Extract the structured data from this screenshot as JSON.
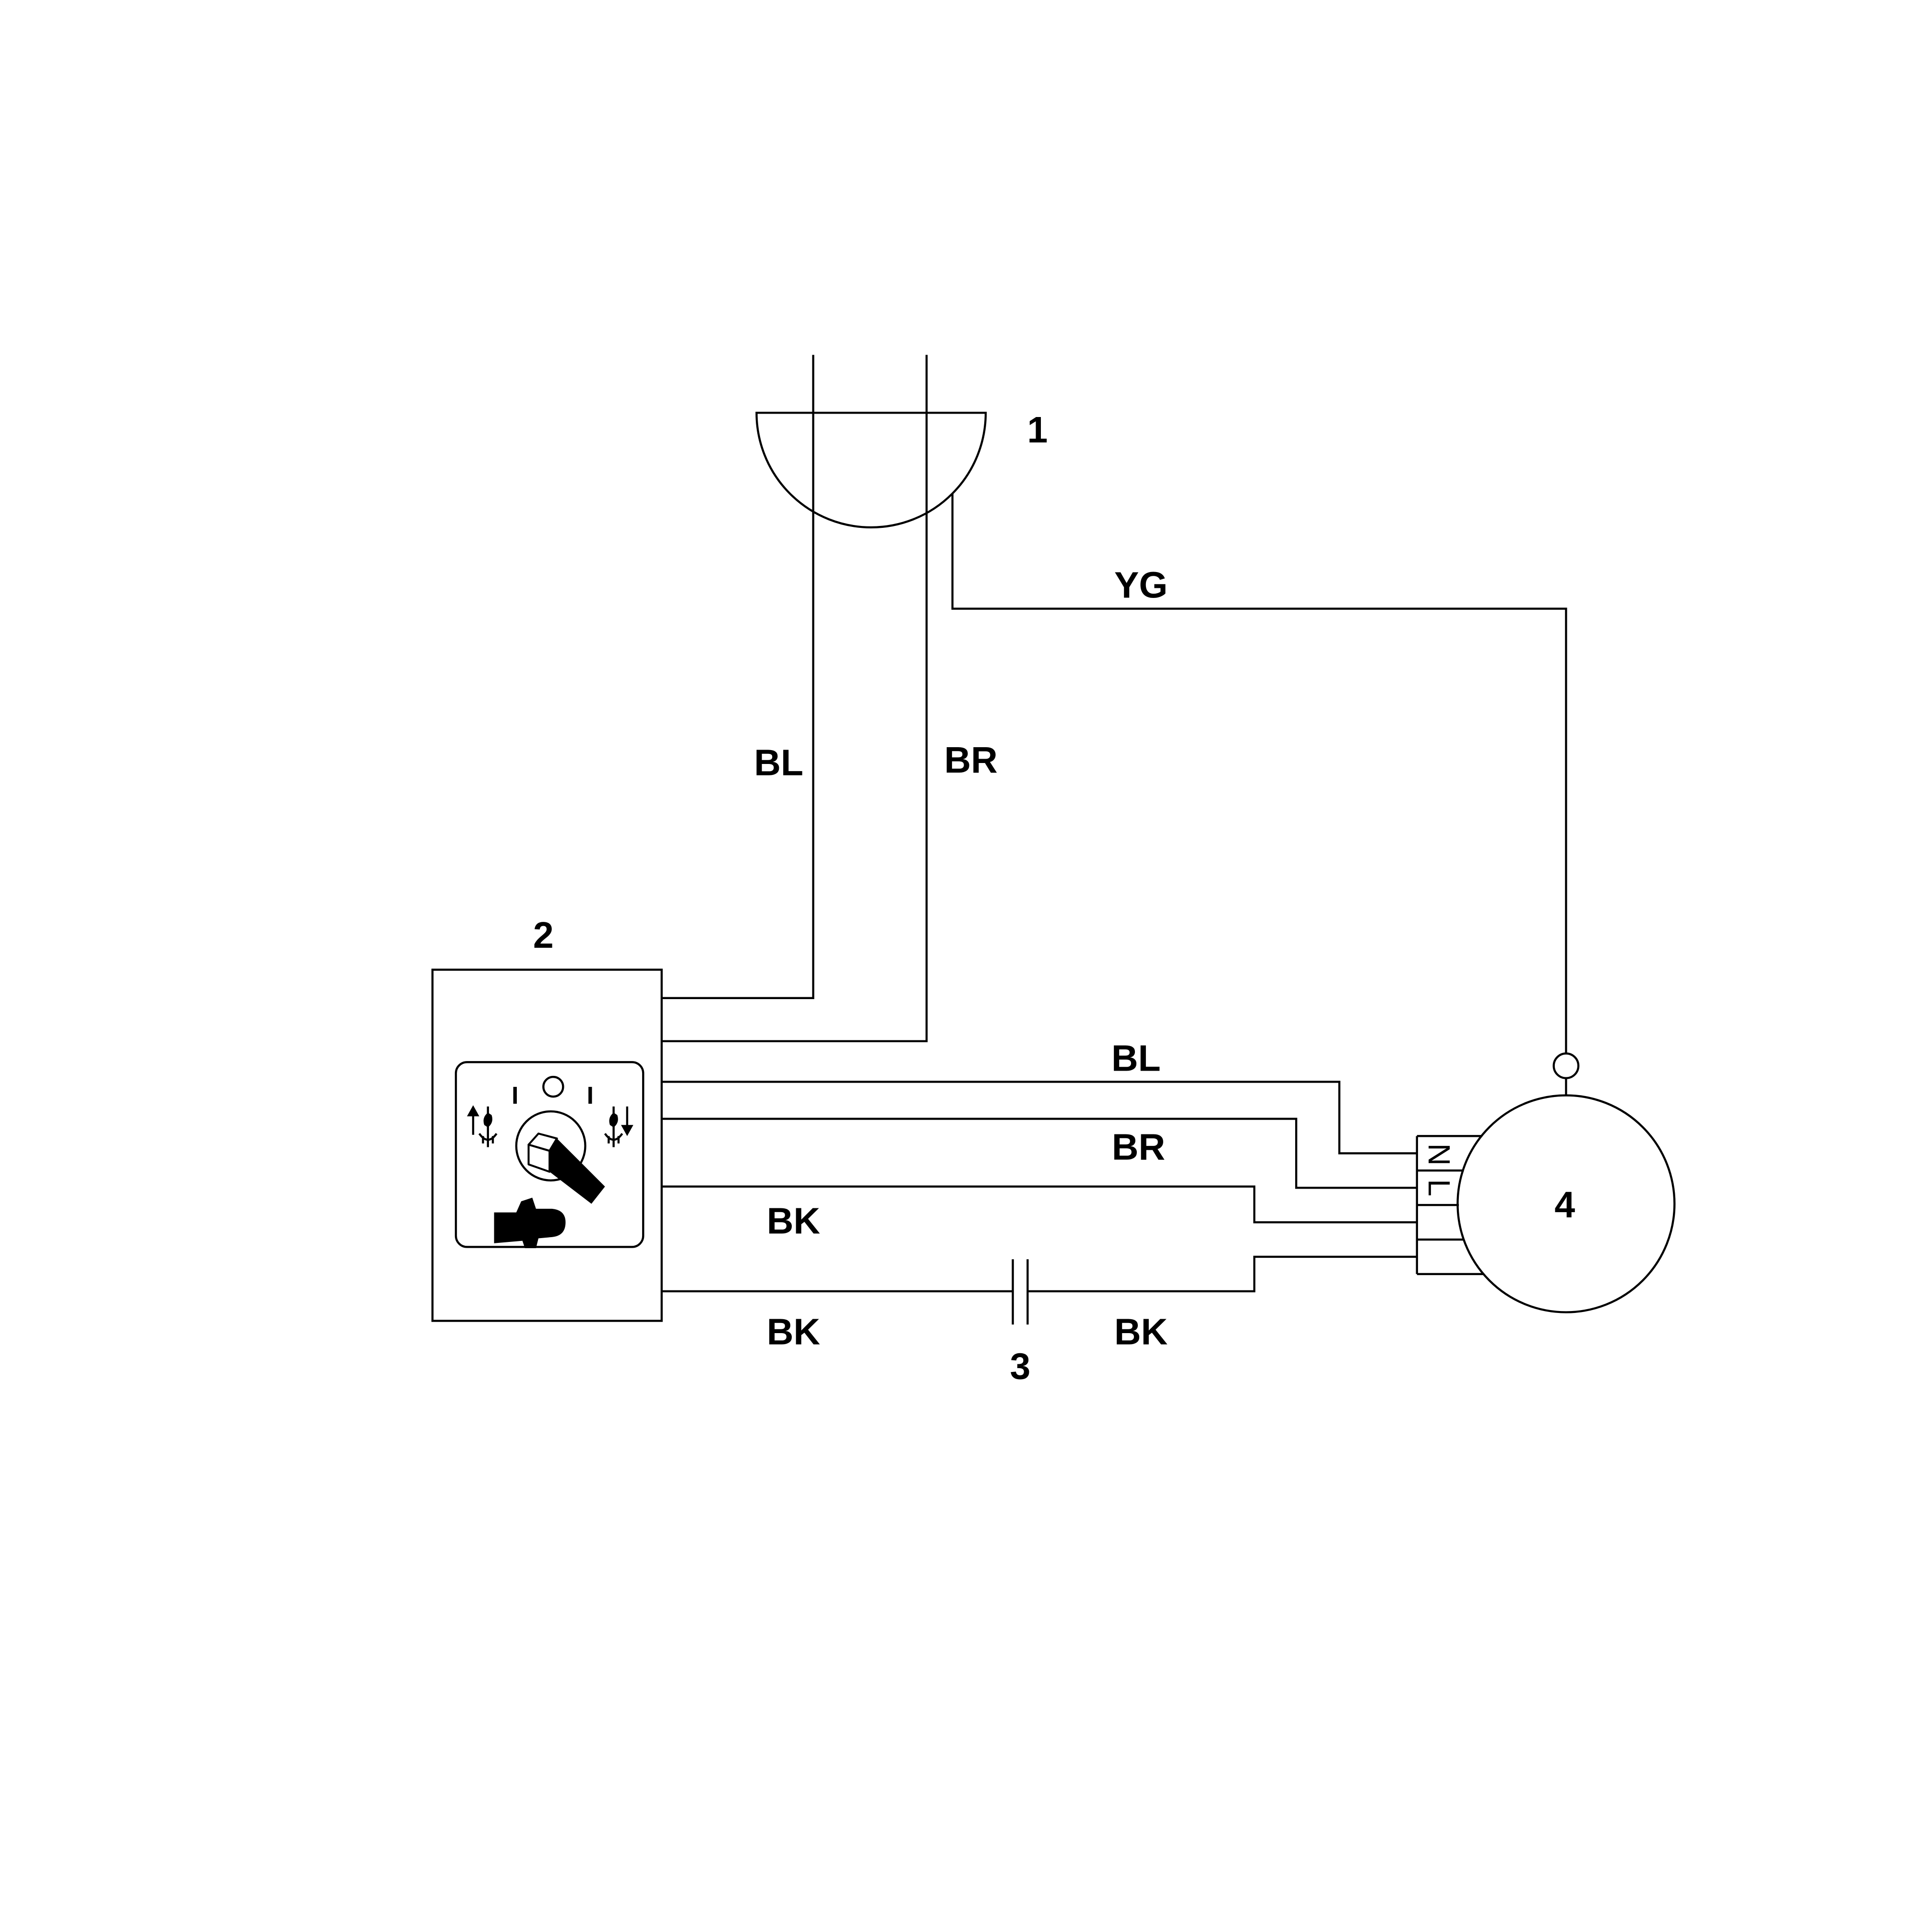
{
  "components": {
    "cable_entry": {
      "label": "1"
    },
    "switch": {
      "label": "2",
      "marks": {
        "left": "I",
        "right": "I"
      }
    },
    "capacitor": {
      "label": "3"
    },
    "motor": {
      "label": "4",
      "terminals": [
        "N",
        "L"
      ]
    }
  },
  "wires": {
    "supply_blue": "BL",
    "supply_brown": "BR",
    "earth": "YG",
    "motor_blue": "BL",
    "motor_brown": "BR",
    "motor_black": "BK",
    "capacitor_left": "BK",
    "capacitor_right": "BK"
  },
  "icons": {
    "switch_left": "fan-up-arrow-icon",
    "switch_right": "fan-down-arrow-icon",
    "knob": "rotary-knob-icon",
    "hand": "pointing-hand-icon",
    "earth": "earth-terminal-icon"
  },
  "colors": {
    "line": "#000000",
    "background": "#ffffff"
  }
}
